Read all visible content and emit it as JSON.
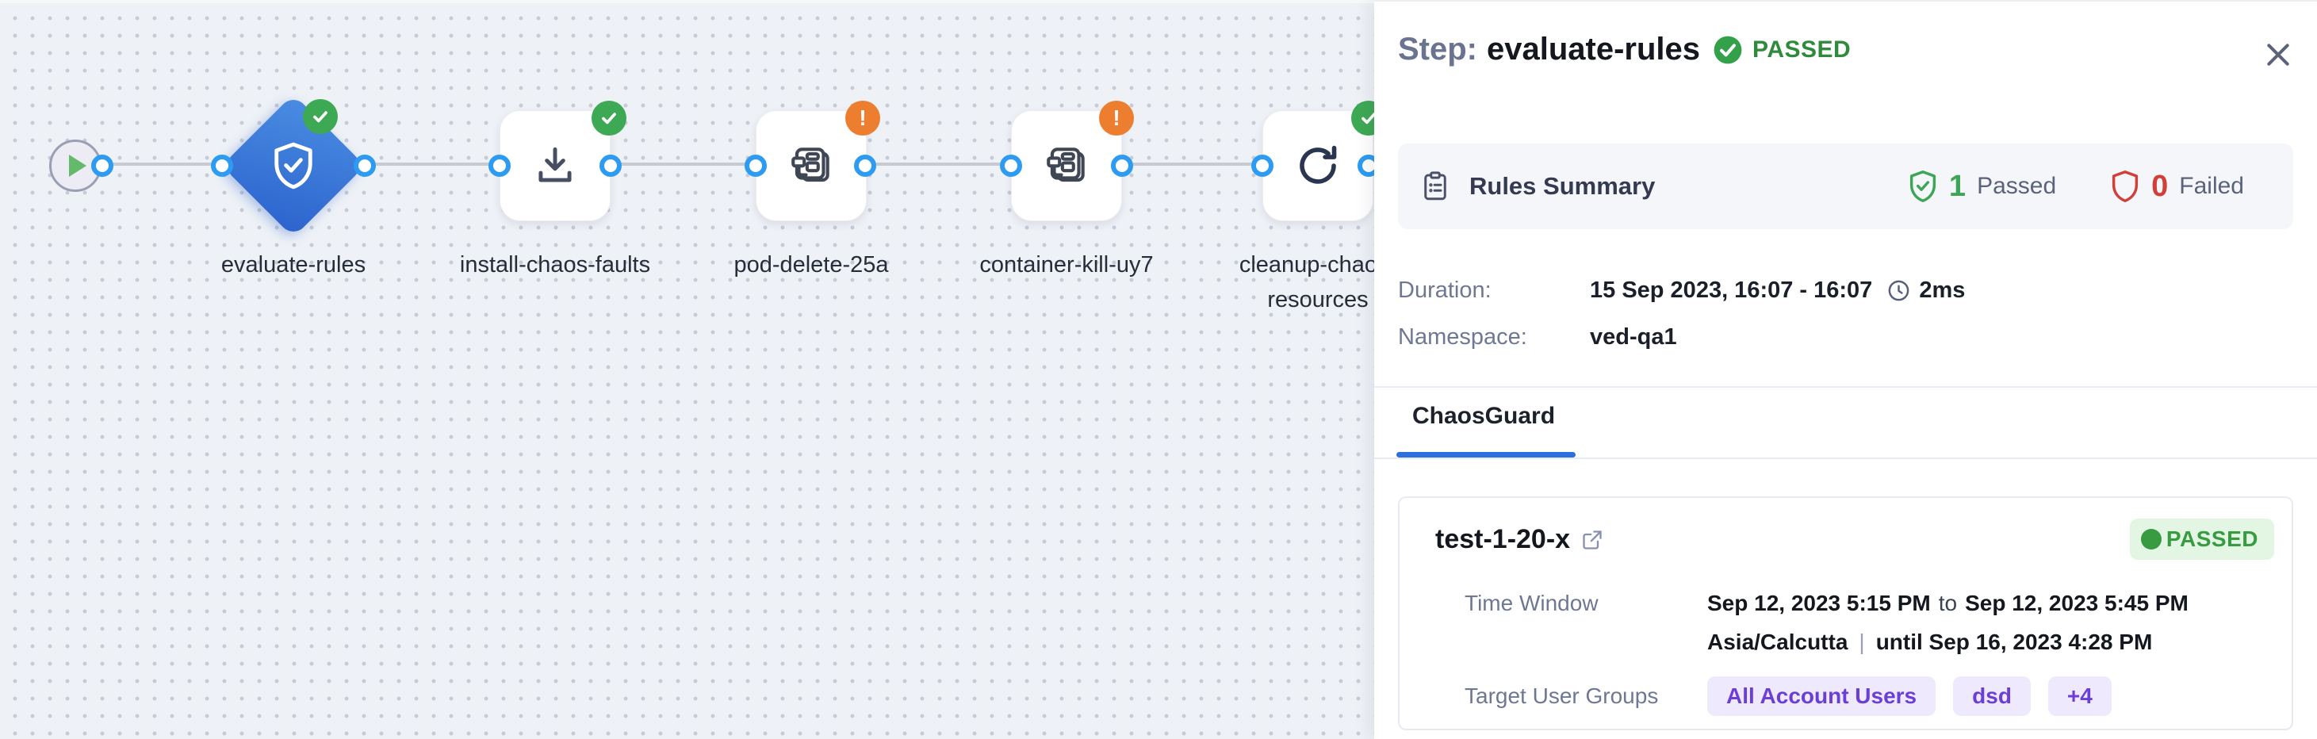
{
  "panel": {
    "title_prefix": "Step:",
    "step_name": "evaluate-rules",
    "status": "PASSED",
    "close_label": "close",
    "rules_summary": {
      "label": "Rules Summary",
      "passed_count": "1",
      "passed_label": "Passed",
      "failed_count": "0",
      "failed_label": "Failed"
    },
    "duration": {
      "label": "Duration:",
      "value": "15 Sep 2023, 16:07 - 16:07",
      "elapsed": "2ms"
    },
    "namespace": {
      "label": "Namespace:",
      "value": "ved-qa1"
    },
    "tab": {
      "label": "ChaosGuard",
      "active": true
    },
    "guard_card": {
      "name": "test-1-20-x",
      "status": "PASSED",
      "time_window": {
        "label": "Time Window",
        "start": "Sep 12, 2023 5:15 PM",
        "to_word": "to",
        "end": "Sep 12, 2023 5:45 PM",
        "timezone": "Asia/Calcutta",
        "separator": "|",
        "until": "until Sep 16, 2023 4:28 PM"
      },
      "target_user_groups": {
        "label": "Target User Groups",
        "chips": [
          "All Account Users",
          "dsd",
          "+4"
        ]
      }
    }
  },
  "pipeline": {
    "nodes": [
      {
        "id": "start",
        "type": "start",
        "status": "none",
        "label": ""
      },
      {
        "id": "evaluate-rules",
        "type": "diamond",
        "icon": "shield-check",
        "status": "passed",
        "label": "evaluate-rules"
      },
      {
        "id": "install-chaos-faults",
        "type": "step",
        "icon": "download",
        "status": "passed",
        "label": "install-chaos-faults"
      },
      {
        "id": "pod-delete-25a",
        "type": "step",
        "icon": "chaos-fault",
        "status": "warning",
        "label": "pod-delete-25a"
      },
      {
        "id": "container-kill-uy7",
        "type": "step",
        "icon": "chaos-fault",
        "status": "warning",
        "label": "container-kill-uy7"
      },
      {
        "id": "cleanup-chaos-resources",
        "type": "step",
        "icon": "retry",
        "status": "passed",
        "label": "cleanup-chaos-resources"
      }
    ]
  },
  "colors": {
    "accent_blue": "#2e6fe0",
    "port_blue": "#2d9bf2",
    "success_green": "#3ea954",
    "warning_orange": "#ed7d2f",
    "failed_red": "#d23f38",
    "chip_purple": "#6b3ed8",
    "diamond_blue": "#2c63cd"
  }
}
